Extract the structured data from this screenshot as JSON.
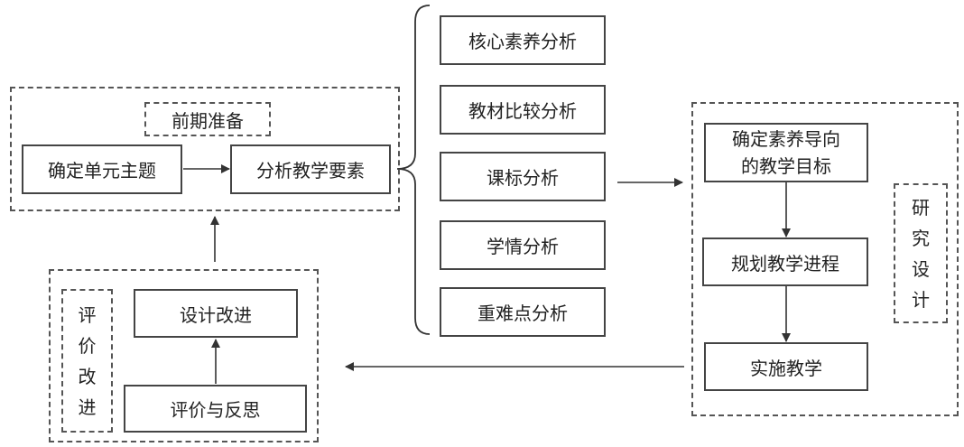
{
  "prep": {
    "title": "前期准备",
    "determine_theme": "确定单元主题",
    "analyze_elements": "分析教学要素"
  },
  "analysis_items": [
    "核心素养分析",
    "教材比较分析",
    "课标分析",
    "学情分析",
    "重难点分析"
  ],
  "research": {
    "label_chars": [
      "研",
      "究",
      "设",
      "计"
    ],
    "goal_line1": "确定素养导向",
    "goal_line2": "的教学目标",
    "plan": "规划教学进程",
    "teach": "实施教学"
  },
  "evaluation": {
    "label_chars": [
      "评",
      "价",
      "改",
      "进"
    ],
    "design_improve": "设计改进",
    "reflect": "评价与反思"
  }
}
